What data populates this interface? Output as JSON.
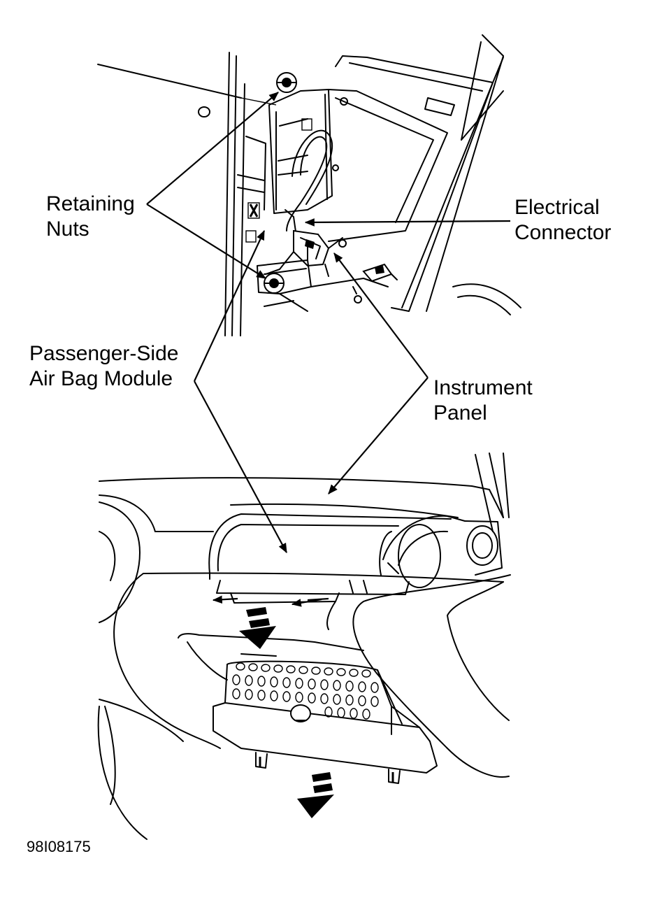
{
  "labels": {
    "retaining_nuts": [
      "Retaining",
      "Nuts"
    ],
    "electrical_connector": [
      "Electrical",
      "Connector"
    ],
    "passenger_airbag": [
      "Passenger-Side",
      "Air Bag Module"
    ],
    "instrument_panel": [
      "Instrument",
      "Panel"
    ]
  },
  "figure_id": "98I08175"
}
